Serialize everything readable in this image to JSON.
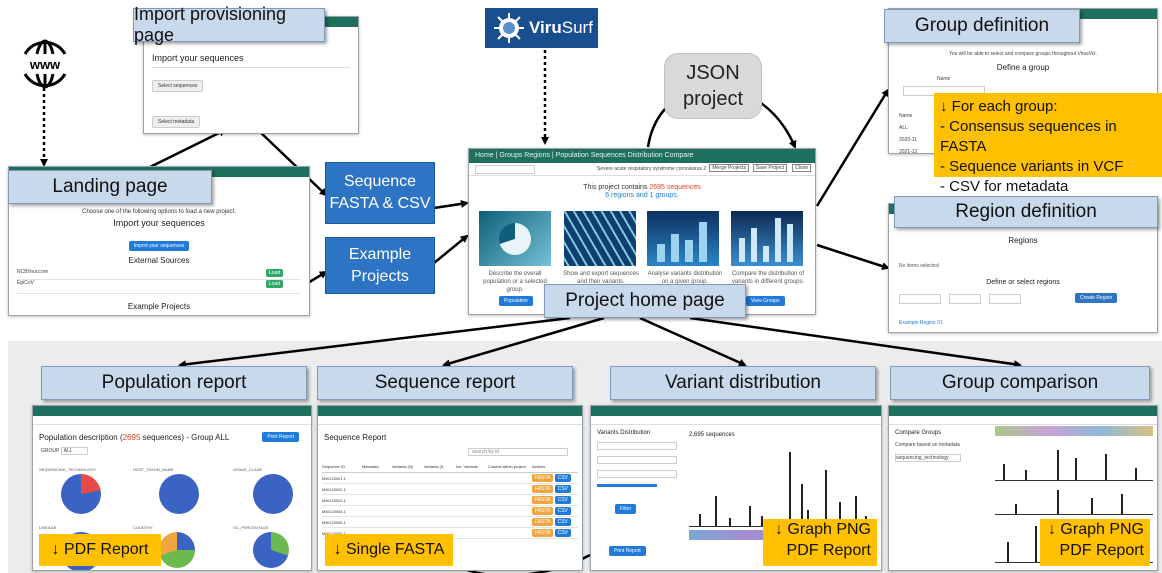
{
  "labels": {
    "import_provisioning": "Import provisioning page",
    "landing": "Landing page",
    "group_definition": "Group definition",
    "region_definition": "Region definition",
    "project_home": "Project home page",
    "population_report": "Population report",
    "sequence_report": "Sequence report",
    "variant_distribution": "Variant distribution",
    "group_comparison": "Group comparison"
  },
  "boxes": {
    "sequence_fasta_csv_line1": "Sequence",
    "sequence_fasta_csv_line2": "FASTA &  CSV",
    "example_projects_line1": "Example",
    "example_projects_line2": "Projects",
    "json_line1": "JSON",
    "json_line2": "project"
  },
  "virusurf": {
    "viru": "Viru",
    "surf": "Surf"
  },
  "www_icon_text": "www",
  "group_outputs": {
    "title": "↓ For each group:",
    "items": [
      "- Consensus sequences in FASTA",
      "- Sequence variants in VCF",
      "- CSV for metadata"
    ]
  },
  "badges": {
    "population": "↓ PDF Report",
    "sequence": "↓ Single FASTA",
    "variant_line1": "↓ Graph PNG",
    "variant_line2": "PDF Report",
    "comparison_line1": "↓ Graph PNG",
    "comparison_line2": "PDF Report"
  },
  "shots": {
    "import": {
      "heading": "Import your sequences",
      "btn1": "Select sequences",
      "btn2": "Select metadata"
    },
    "landing": {
      "line1": "Choose one of the following options to load a new project.",
      "import_heading": "Import your sequences",
      "import_button": "Import your sequences",
      "external": "External Sources",
      "ncbi": "NCBI/nuccore",
      "gisaid": "EpiCoV",
      "examples": "Example Projects",
      "load": "Load"
    },
    "home": {
      "nav": "Home  |  Groups  Regions  |  Population  Sequences  Distribution  Compare",
      "virus": "Severe acute respiratory syndrome coronavirus 2",
      "merge": "Merge Projects",
      "save": "Save Project",
      "close": "Close",
      "contains_prefix": "This project contains ",
      "sequences_count": "2695 sequences",
      "contains_line2": "6 regions and 1 groups.",
      "card1": "Describe the overall population or a selected group.",
      "card2": "Show and export sequences and their variants.",
      "card3": "Analyse variants distribution on a given group.",
      "card4": "Compare the distribution of variants in different groups.",
      "card1_btn": "Population",
      "card4_btn": "View Groups"
    },
    "group": {
      "header_text": "You will be able to select and compare groups throughout VirusViz.",
      "define": "Define a group",
      "name": "Name",
      "all": "ALL",
      "r1": "2020-11",
      "r2": "2021-12"
    },
    "region": {
      "title": "Regions",
      "define": "Define or select regions",
      "none": "No items selected",
      "btn": "Create Region",
      "row": "Example Region 01"
    },
    "population": {
      "title_prefix": "Population description (",
      "count": "2695",
      "title_suffix": " sequences) - Group ALL",
      "group": "GROUP",
      "all": "ALL",
      "print": "Print Report",
      "section1": "SEQUENCING_TECHNOLOGY",
      "section2": "HOST_TAXON_NAME",
      "section3": "GISAID_CLADE",
      "section4": "LINEAGE",
      "section5": "COUNTRY",
      "section6": "GC_PERCENTAGE"
    },
    "sequence": {
      "title": "Sequence Report",
      "search": "search by id",
      "columns": [
        "Sequence ID",
        "Metadata",
        "Variants (N)",
        "Variants (I)",
        "Ins. Variants",
        "Closest within project",
        "Actions"
      ],
      "ids": [
        "MW123001.1",
        "MW123002.1",
        "MW123003.1",
        "MW123004.1",
        "MW123005.1",
        "MW123006.1"
      ],
      "fasta": "FASTA",
      "csv": "CSV"
    },
    "variant": {
      "title": "Variants Distribution",
      "count": "2,695 sequences",
      "filter": "Filter",
      "print": "Print Report"
    },
    "compare": {
      "title": "Compare Groups",
      "select": "Compare based on metadata",
      "tech": "sequencing_technology"
    }
  },
  "colors": {
    "label_bg": "#c9d9ec",
    "blue_box": "#2d74c4",
    "orange": "#ffc000",
    "nav_green": "#1e6f5c",
    "panel_gray": "#ececec",
    "sequences_red": "#e8432b",
    "link_blue": "#1f7ad9"
  }
}
